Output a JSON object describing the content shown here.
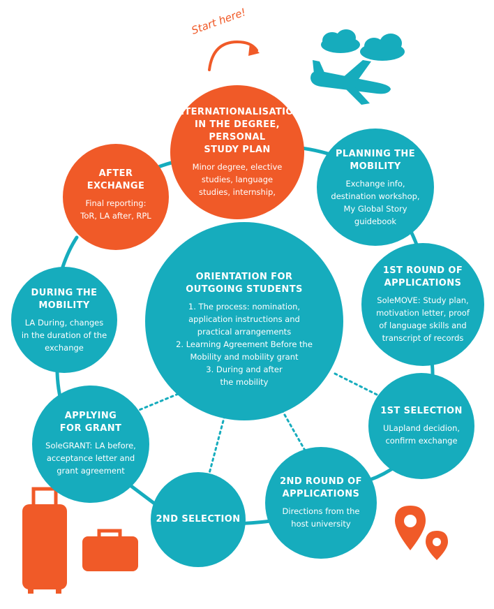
{
  "start_label": "Start here!",
  "colors": {
    "teal": "#16acbd",
    "orange": "#f05a28",
    "white": "#ffffff"
  },
  "icons": [
    "curved-arrow-icon",
    "cloud-icon",
    "airplane-icon",
    "suitcase-icon",
    "bag-icon",
    "map-pin-icon"
  ],
  "steps": [
    {
      "id": "internationalisation",
      "color": "orange",
      "title": "INTERNATIONALISATION\nIN THE DEGREE, PERSONAL\nSTUDY PLAN",
      "body": "Minor degree, elective\nstudies, language\nstudies, internship,"
    },
    {
      "id": "planning",
      "color": "teal",
      "title": "PLANNING THE\nMOBILITY",
      "body": "Exchange info,\ndestination workshop,\nMy Global Story\nguidebook"
    },
    {
      "id": "first-round",
      "color": "teal",
      "title": "1ST ROUND OF\nAPPLICATIONS",
      "body": "SoleMOVE: Study plan,\nmotivation letter, proof\nof language skills and\ntranscript of records"
    },
    {
      "id": "first-selection",
      "color": "teal",
      "title": "1ST SELECTION",
      "body": "ULapland decidion,\nconfirm exchange"
    },
    {
      "id": "second-round",
      "color": "teal",
      "title": "2ND ROUND OF\nAPPLICATIONS",
      "body": "Directions from the\nhost university"
    },
    {
      "id": "second-selection",
      "color": "teal",
      "title": "2ND SELECTION",
      "body": ""
    },
    {
      "id": "applying-grant",
      "color": "teal",
      "title": "APPLYING\nFOR GRANT",
      "body": "SoleGRANT: LA before,\nacceptance letter and\ngrant agreement"
    },
    {
      "id": "during",
      "color": "teal",
      "title": "DURING THE\nMOBILITY",
      "body": "LA During, changes\nin the duration of the\nexchange"
    },
    {
      "id": "after",
      "color": "orange",
      "title": "AFTER\nEXCHANGE",
      "body": "Final reporting:\nToR, LA after, RPL"
    }
  ],
  "center": {
    "color": "teal",
    "title": "ORIENTATION FOR\nOUTGOING STUDENTS",
    "body": "1. The process: nomination,\napplication instructions and\npractical arrangements\n2. Learning Agreement Before the\nMobility and mobility grant\n3. During and after\nthe mobility"
  }
}
